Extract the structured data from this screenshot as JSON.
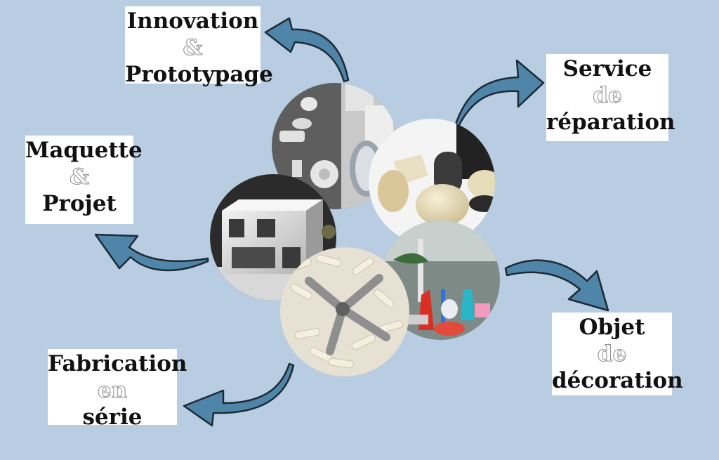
{
  "labels": {
    "innovation": {
      "line1": "Innovation",
      "connector": "&",
      "line2": "Prototypage"
    },
    "service": {
      "line1": "Service",
      "connector": "de",
      "line2": "réparation"
    },
    "maquette": {
      "line1": "Maquette",
      "connector": "&",
      "line2": "Projet"
    },
    "objet": {
      "line1": "Objet",
      "connector": "de",
      "line2": "décoration"
    },
    "fabrication": {
      "line1": "Fabrication",
      "connector": "en",
      "line2": "série"
    }
  },
  "colors": {
    "background": "#b9cde2",
    "arrow_fill": "#4f85a8",
    "arrow_stroke": "#1b2a35",
    "label_bg": "#ffffff"
  },
  "icons": [
    "curved-arrow-icon"
  ]
}
